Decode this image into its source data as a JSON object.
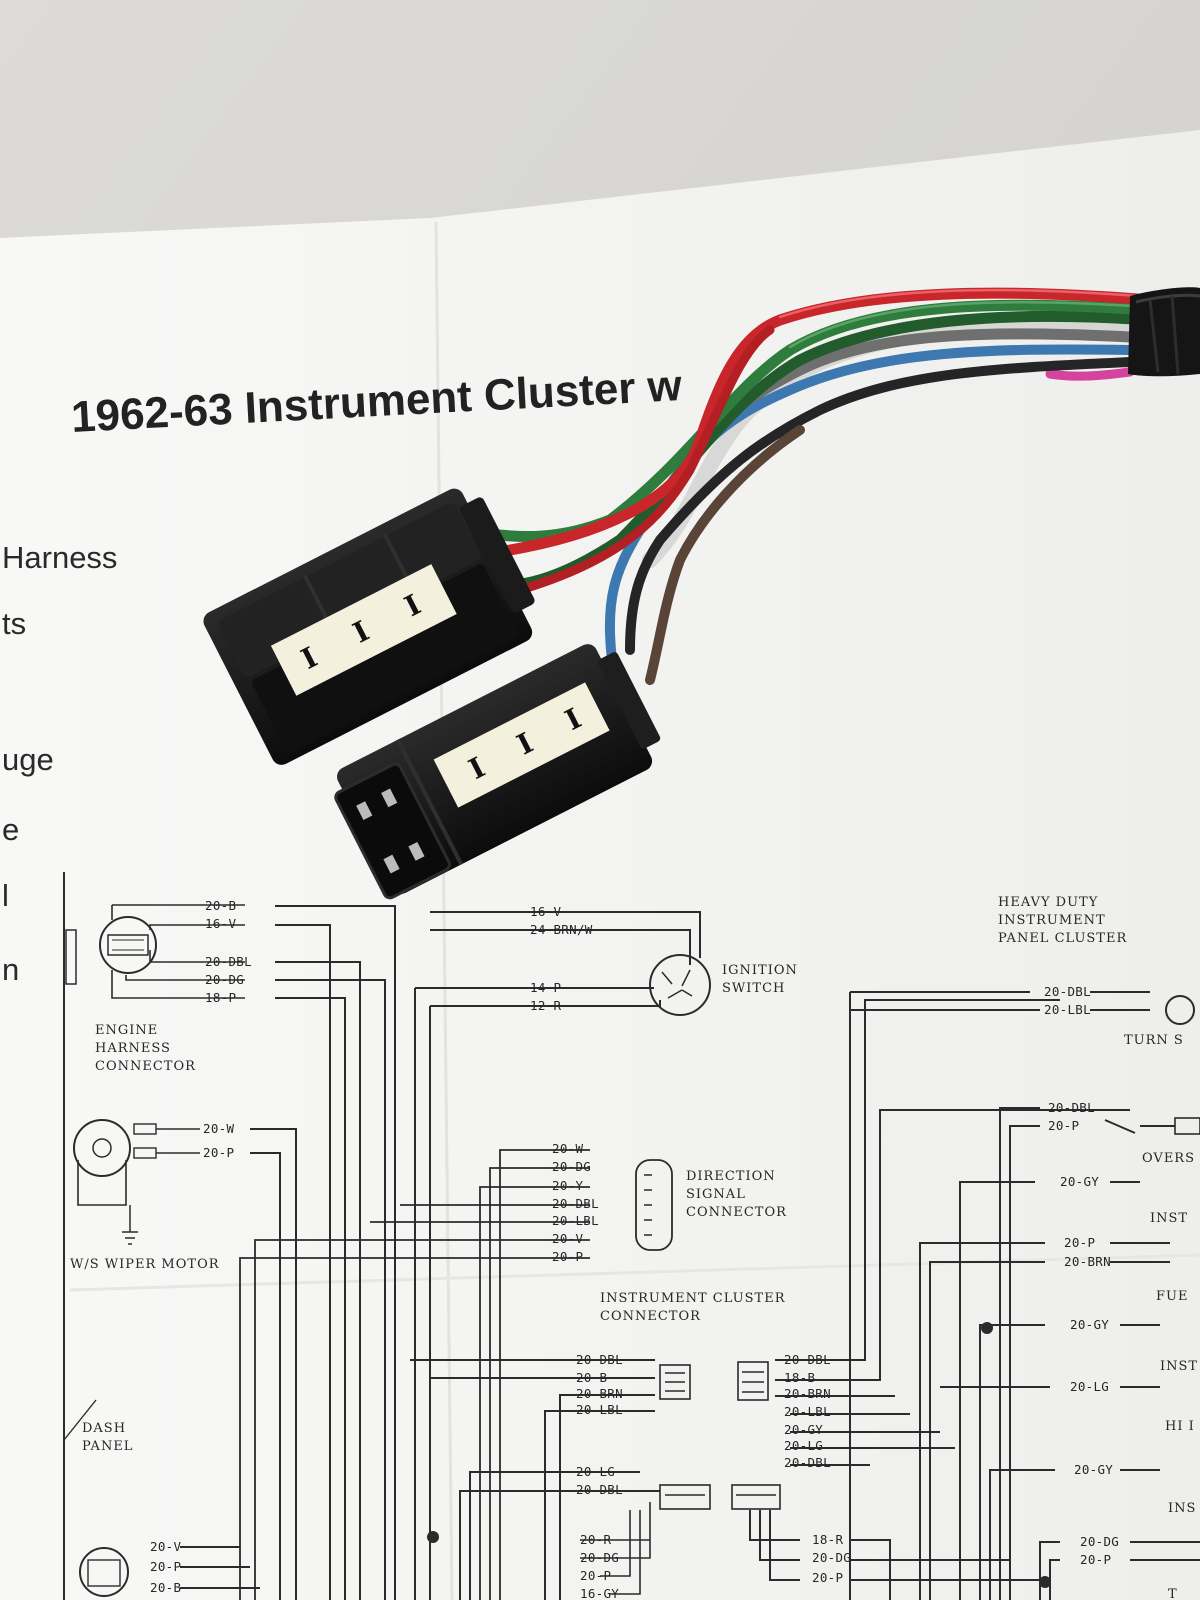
{
  "document": {
    "title": "1962-63 Instrument Cluster w",
    "side_fragments": [
      "Harness",
      "ts",
      "uge",
      "e",
      "l",
      "n"
    ]
  },
  "diagram": {
    "components": {
      "engine_harness_connector": "ENGINE HARNESS CONNECTOR",
      "ignition_switch": "IGNITION SWITCH",
      "heavy_duty_cluster": "HEAVY DUTY INSTRUMENT PANEL CLUSTER",
      "wiper_motor": "W/S WIPER MOTOR",
      "direction_signal": "DIRECTION SIGNAL CONNECTOR",
      "instrument_cluster_connector": "INSTRUMENT CLUSTER CONNECTOR",
      "dash_panel": "DASH PANEL"
    },
    "right_fragments": [
      "TURN S",
      "OVERS",
      "INST",
      "FUE",
      "INST",
      "HI I",
      "INS",
      "T"
    ],
    "wire_labels": {
      "engine": [
        "20-B",
        "16-V",
        "20-DBL",
        "20-DG",
        "18-P"
      ],
      "ignition": [
        "16-V",
        "24-BRN/W",
        "14-P",
        "12-R"
      ],
      "wiper": [
        "20-W",
        "20-P"
      ],
      "direction": [
        "20-W",
        "20-DG",
        "20-Y",
        "20-DBL",
        "20-LBL",
        "20-V",
        "20-P"
      ],
      "cluster_left_a": [
        "20-DBL",
        "20-B",
        "20-BRN",
        "20-LBL"
      ],
      "cluster_left_b": [
        "20-LG",
        "20-DBL"
      ],
      "cluster_left_c": [
        "20-R",
        "20-DG",
        "20-P",
        "16-GY"
      ],
      "cluster_right_a": [
        "20-DBL",
        "18-B",
        "20-BRN",
        "20-LBL",
        "20-GY",
        "20-LG",
        "20-DBL"
      ],
      "cluster_right_b": [
        "18-R",
        "20-DG",
        "20-P"
      ],
      "heavy_duty": [
        "20-DBL",
        "20-LBL",
        "20-DBL",
        "20-P",
        "20-GY",
        "20-P",
        "20-BRN",
        "20-GY",
        "20-LG",
        "20-GY",
        "20-DG",
        "20-P"
      ],
      "bottom_left": [
        "20-V",
        "20-P",
        "20-B"
      ]
    }
  },
  "connectors": {
    "left_tag_marks": [
      "I",
      "I",
      "I"
    ],
    "right_tag_marks": [
      "I",
      "I",
      "I"
    ]
  },
  "colors": {
    "tape": "#151515",
    "connector_body": "#161616",
    "wire_red": "#c8262a",
    "wire_green": "#2f7d3c",
    "wire_dark_green": "#235c2c",
    "wire_blue": "#3d78b0",
    "wire_brown": "#5a4438",
    "wire_grey": "#6f6f70",
    "wire_black": "#252527",
    "wire_pink": "#d4449e",
    "paper": "#f6f6f4",
    "table": "#d9d8d6"
  }
}
